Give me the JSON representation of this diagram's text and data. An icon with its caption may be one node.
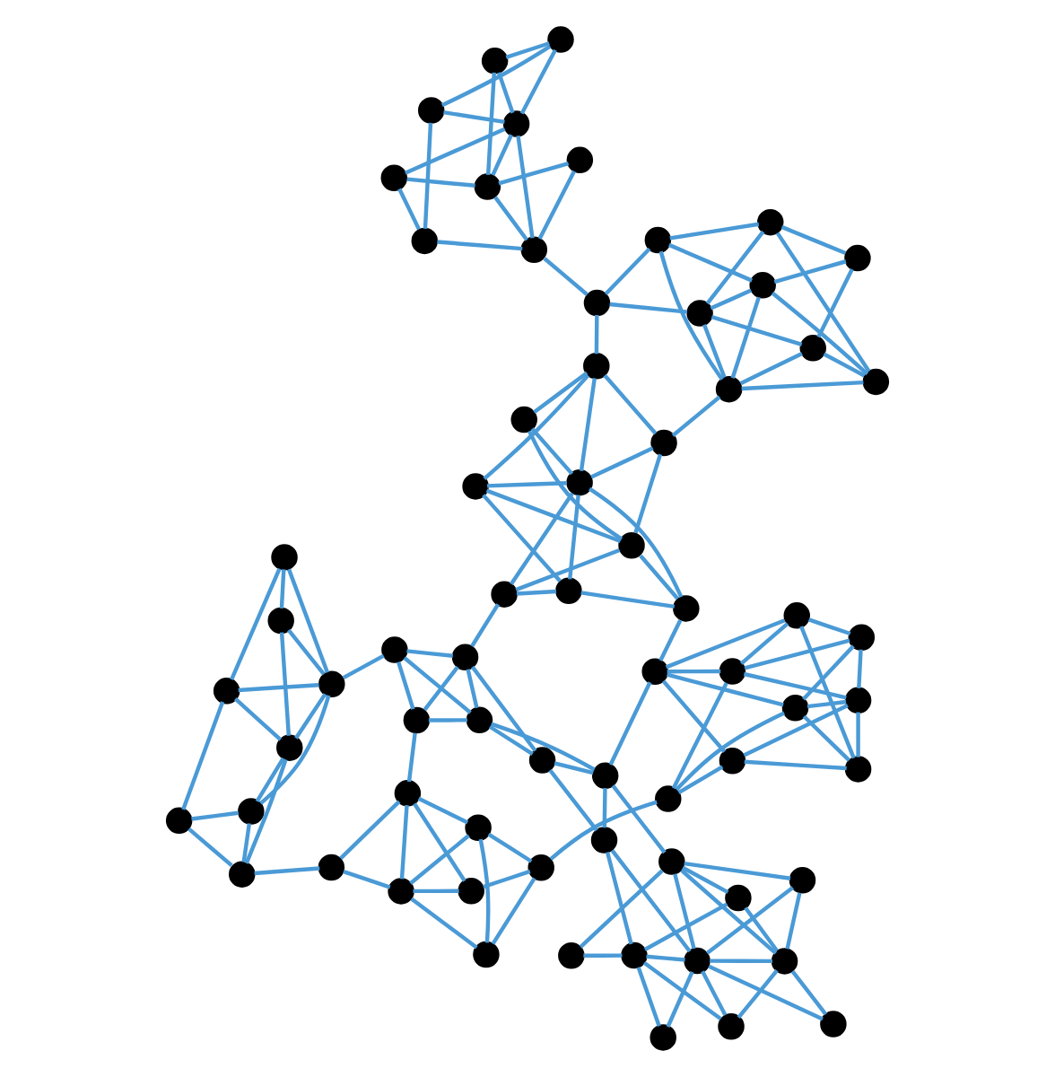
{
  "diagram": {
    "nodes": [
      {
        "text": [],
        "shape": "circle"
      },
      {
        "text": [],
        "shape": "circle"
      },
      {
        "text": [],
        "shape": "circle"
      },
      {
        "text": [],
        "shape": "circle"
      },
      {
        "text": [],
        "shape": "circle"
      },
      {
        "text": [],
        "shape": "circle"
      },
      {
        "text": [],
        "shape": "circle"
      },
      {
        "text": [],
        "shape": "circle"
      },
      {
        "text": [],
        "shape": "circle"
      },
      {
        "text": [],
        "shape": "circle"
      },
      {
        "text": [],
        "shape": "circle"
      },
      {
        "text": [],
        "shape": "circle"
      },
      {
        "text": [],
        "shape": "circle"
      },
      {
        "text": [],
        "shape": "circle"
      },
      {
        "text": [],
        "shape": "circle"
      },
      {
        "text": [],
        "shape": "circle"
      },
      {
        "text": [],
        "shape": "circle"
      },
      {
        "text": [],
        "shape": "circle"
      },
      {
        "text": [],
        "shape": "circle"
      },
      {
        "text": [],
        "shape": "circle"
      },
      {
        "text": [],
        "shape": "circle"
      },
      {
        "text": [],
        "shape": "circle"
      },
      {
        "text": [],
        "shape": "circle"
      },
      {
        "text": [],
        "shape": "circle"
      },
      {
        "text": [],
        "shape": "circle"
      },
      {
        "text": [],
        "shape": "circle"
      },
      {
        "text": [],
        "shape": "circle"
      },
      {
        "text": [],
        "shape": "circle"
      },
      {
        "text": [],
        "shape": "circle"
      },
      {
        "text": [],
        "shape": "circle"
      },
      {
        "text": [],
        "shape": "circle"
      },
      {
        "text": [],
        "shape": "circle"
      },
      {
        "text": [],
        "shape": "circle"
      },
      {
        "text": [],
        "shape": "circle"
      },
      {
        "text": [],
        "shape": "circle"
      },
      {
        "text": [],
        "shape": "circle"
      },
      {
        "text": [],
        "shape": "circle"
      },
      {
        "text": [],
        "shape": "circle"
      },
      {
        "text": [],
        "shape": "circle"
      },
      {
        "text": [],
        "shape": "circle"
      },
      {
        "text": [],
        "shape": "circle"
      },
      {
        "text": [],
        "shape": "circle"
      },
      {
        "text": [],
        "shape": "circle"
      },
      {
        "text": [],
        "shape": "circle"
      },
      {
        "text": [],
        "shape": "circle"
      },
      {
        "text": [],
        "shape": "circle"
      },
      {
        "text": [],
        "shape": "circle"
      },
      {
        "text": [],
        "shape": "circle"
      },
      {
        "text": [],
        "shape": "circle"
      },
      {
        "text": [],
        "shape": "circle"
      },
      {
        "text": [],
        "shape": "circle"
      },
      {
        "text": [],
        "shape": "circle"
      },
      {
        "text": [],
        "shape": "circle"
      },
      {
        "text": [],
        "shape": "circle"
      },
      {
        "text": [],
        "shape": "circle"
      },
      {
        "text": [],
        "shape": "circle"
      },
      {
        "text": [],
        "shape": "circle"
      },
      {
        "text": [],
        "shape": "circle"
      },
      {
        "text": [],
        "shape": "circle"
      },
      {
        "text": [],
        "shape": "circle"
      },
      {
        "text": [],
        "shape": "circle"
      },
      {
        "text": [],
        "shape": "circle"
      },
      {
        "text": [],
        "shape": "circle"
      },
      {
        "text": [],
        "shape": "circle"
      },
      {
        "text": [],
        "shape": "circle"
      },
      {
        "text": [],
        "shape": "circle"
      },
      {
        "text": [],
        "shape": "circle"
      },
      {
        "text": [],
        "shape": "circle"
      }
    ],
    "edges": [
      {
        "from": 0,
        "to": 6,
        "arrow": "none"
      },
      {
        "from": 0,
        "to": 7,
        "arrow": "none"
      },
      {
        "from": 0,
        "to": 8,
        "arrow": "none"
      },
      {
        "from": 1,
        "to": 6,
        "arrow": "none"
      },
      {
        "from": 1,
        "to": 7,
        "arrow": "none"
      },
      {
        "from": 1,
        "to": 9,
        "arrow": "none"
      },
      {
        "from": 2,
        "to": 6,
        "arrow": "none"
      },
      {
        "from": 2,
        "to": 8,
        "arrow": "none"
      },
      {
        "from": 2,
        "to": 9,
        "arrow": "none"
      },
      {
        "from": 3,
        "to": 7,
        "arrow": "none"
      },
      {
        "from": 3,
        "to": 9,
        "arrow": "none"
      },
      {
        "from": 4,
        "to": 6,
        "arrow": "none"
      },
      {
        "from": 4,
        "to": 8,
        "arrow": "none"
      },
      {
        "from": 5,
        "to": 7,
        "arrow": "none"
      },
      {
        "from": 5,
        "to": 8,
        "arrow": "none"
      },
      {
        "from": 6,
        "to": 8,
        "arrow": "none"
      },
      {
        "from": 6,
        "to": 9,
        "arrow": "none"
      },
      {
        "from": 7,
        "to": 8,
        "arrow": "none"
      },
      {
        "from": 8,
        "to": 9,
        "arrow": "none"
      },
      {
        "from": 7,
        "to": 10,
        "arrow": "none"
      },
      {
        "from": 8,
        "to": 10,
        "arrow": "none"
      },
      {
        "from": 9,
        "to": 11,
        "arrow": "none"
      },
      {
        "from": 10,
        "to": 11,
        "arrow": "none"
      },
      {
        "from": 11,
        "to": 12,
        "arrow": "none"
      },
      {
        "from": 10,
        "to": 13,
        "arrow": "none"
      },
      {
        "from": 11,
        "to": 13,
        "arrow": "none"
      },
      {
        "from": 11,
        "to": 14,
        "arrow": "none"
      },
      {
        "from": 13,
        "to": 14,
        "arrow": "none"
      },
      {
        "from": 13,
        "to": 15,
        "arrow": "none"
      },
      {
        "from": 14,
        "to": 15,
        "arrow": "none"
      },
      {
        "from": 14,
        "to": 16,
        "arrow": "none"
      },
      {
        "from": 15,
        "to": 16,
        "arrow": "none"
      },
      {
        "from": 14,
        "to": 17,
        "arrow": "none"
      },
      {
        "from": 16,
        "to": 17,
        "arrow": "none"
      },
      {
        "from": 15,
        "to": 17,
        "arrow": "none"
      },
      {
        "from": 16,
        "to": 36,
        "arrow": "none"
      },
      {
        "from": 12,
        "to": 19,
        "arrow": "none"
      },
      {
        "from": 12,
        "to": 21,
        "arrow": "none"
      },
      {
        "from": 12,
        "to": 23,
        "arrow": "none"
      },
      {
        "from": 12,
        "to": 22,
        "arrow": "none"
      },
      {
        "from": 18,
        "to": 19,
        "arrow": "none"
      },
      {
        "from": 18,
        "to": 21,
        "arrow": "none"
      },
      {
        "from": 18,
        "to": 24,
        "arrow": "none"
      },
      {
        "from": 18,
        "to": 23,
        "arrow": "none"
      },
      {
        "from": 19,
        "to": 20,
        "arrow": "none"
      },
      {
        "from": 19,
        "to": 24,
        "arrow": "none"
      },
      {
        "from": 19,
        "to": 25,
        "arrow": "none"
      },
      {
        "from": 20,
        "to": 23,
        "arrow": "none"
      },
      {
        "from": 20,
        "to": 24,
        "arrow": "none"
      },
      {
        "from": 20,
        "to": 22,
        "arrow": "none"
      },
      {
        "from": 21,
        "to": 23,
        "arrow": "none"
      },
      {
        "from": 21,
        "to": 25,
        "arrow": "none"
      },
      {
        "from": 21,
        "to": 24,
        "arrow": "none"
      },
      {
        "from": 22,
        "to": 24,
        "arrow": "none"
      },
      {
        "from": 22,
        "to": 25,
        "arrow": "none"
      },
      {
        "from": 15,
        "to": 28,
        "arrow": "none"
      },
      {
        "from": 12,
        "to": 26,
        "arrow": "none"
      },
      {
        "from": 25,
        "to": 46,
        "arrow": "none"
      },
      {
        "from": 26,
        "to": 27,
        "arrow": "none"
      },
      {
        "from": 26,
        "to": 29,
        "arrow": "none"
      },
      {
        "from": 26,
        "to": 30,
        "arrow": "none"
      },
      {
        "from": 27,
        "to": 28,
        "arrow": "none"
      },
      {
        "from": 28,
        "to": 29,
        "arrow": "none"
      },
      {
        "from": 28,
        "to": 30,
        "arrow": "none"
      },
      {
        "from": 27,
        "to": 29,
        "arrow": "none"
      },
      {
        "from": 27,
        "to": 32,
        "arrow": "none"
      },
      {
        "from": 29,
        "to": 31,
        "arrow": "none"
      },
      {
        "from": 29,
        "to": 32,
        "arrow": "none"
      },
      {
        "from": 29,
        "to": 33,
        "arrow": "none"
      },
      {
        "from": 30,
        "to": 31,
        "arrow": "none"
      },
      {
        "from": 30,
        "to": 32,
        "arrow": "none"
      },
      {
        "from": 30,
        "to": 33,
        "arrow": "none"
      },
      {
        "from": 31,
        "to": 34,
        "arrow": "none"
      },
      {
        "from": 32,
        "to": 34,
        "arrow": "none"
      },
      {
        "from": 29,
        "to": 34,
        "arrow": "none"
      },
      {
        "from": 33,
        "to": 34,
        "arrow": "none"
      },
      {
        "from": 33,
        "to": 50,
        "arrow": "none"
      },
      {
        "from": 34,
        "to": 55,
        "arrow": "none"
      },
      {
        "from": 35,
        "to": 36,
        "arrow": "none"
      },
      {
        "from": 35,
        "to": 37,
        "arrow": "none"
      },
      {
        "from": 35,
        "to": 41,
        "arrow": "none"
      },
      {
        "from": 35,
        "to": 42,
        "arrow": "none"
      },
      {
        "from": 36,
        "to": 38,
        "arrow": "none"
      },
      {
        "from": 36,
        "to": 39,
        "arrow": "none"
      },
      {
        "from": 36,
        "to": 40,
        "arrow": "none"
      },
      {
        "from": 36,
        "to": 41,
        "arrow": "none"
      },
      {
        "from": 37,
        "to": 40,
        "arrow": "none"
      },
      {
        "from": 37,
        "to": 42,
        "arrow": "none"
      },
      {
        "from": 38,
        "to": 39,
        "arrow": "none"
      },
      {
        "from": 38,
        "to": 41,
        "arrow": "none"
      },
      {
        "from": 39,
        "to": 40,
        "arrow": "none"
      },
      {
        "from": 40,
        "to": 41,
        "arrow": "none"
      },
      {
        "from": 41,
        "to": 42,
        "arrow": "none"
      },
      {
        "from": 42,
        "to": 43,
        "arrow": "none"
      },
      {
        "from": 43,
        "to": 44,
        "arrow": "none"
      },
      {
        "from": 43,
        "to": 47,
        "arrow": "none"
      },
      {
        "from": 17,
        "to": 44,
        "arrow": "none"
      },
      {
        "from": 44,
        "to": 45,
        "arrow": "none"
      },
      {
        "from": 44,
        "to": 47,
        "arrow": "none"
      },
      {
        "from": 44,
        "to": 48,
        "arrow": "none"
      },
      {
        "from": 45,
        "to": 46,
        "arrow": "none"
      },
      {
        "from": 45,
        "to": 47,
        "arrow": "none"
      },
      {
        "from": 47,
        "to": 48,
        "arrow": "none"
      },
      {
        "from": 47,
        "to": 49,
        "arrow": "none"
      },
      {
        "from": 46,
        "to": 48,
        "arrow": "none"
      },
      {
        "from": 46,
        "to": 49,
        "arrow": "none"
      },
      {
        "from": 48,
        "to": 49,
        "arrow": "none"
      },
      {
        "from": 50,
        "to": 51,
        "arrow": "none"
      },
      {
        "from": 50,
        "to": 52,
        "arrow": "none"
      },
      {
        "from": 50,
        "to": 53,
        "arrow": "none"
      },
      {
        "from": 50,
        "to": 56,
        "arrow": "none"
      },
      {
        "from": 50,
        "to": 57,
        "arrow": "none"
      },
      {
        "from": 51,
        "to": 53,
        "arrow": "none"
      },
      {
        "from": 51,
        "to": 54,
        "arrow": "none"
      },
      {
        "from": 51,
        "to": 52,
        "arrow": "none"
      },
      {
        "from": 52,
        "to": 57,
        "arrow": "none"
      },
      {
        "from": 52,
        "to": 58,
        "arrow": "none"
      },
      {
        "from": 53,
        "to": 55,
        "arrow": "none"
      },
      {
        "from": 56,
        "to": 55,
        "arrow": "none"
      },
      {
        "from": 53,
        "to": 57,
        "arrow": "none"
      },
      {
        "from": 53,
        "to": 58,
        "arrow": "none"
      },
      {
        "from": 56,
        "to": 57,
        "arrow": "none"
      },
      {
        "from": 56,
        "to": 58,
        "arrow": "none"
      },
      {
        "from": 54,
        "to": 57,
        "arrow": "none"
      },
      {
        "from": 54,
        "to": 58,
        "arrow": "none"
      },
      {
        "from": 55,
        "to": 59,
        "arrow": "none"
      },
      {
        "from": 59,
        "to": 62,
        "arrow": "none"
      },
      {
        "from": 60,
        "to": 62,
        "arrow": "none"
      },
      {
        "from": 60,
        "to": 61,
        "arrow": "none"
      },
      {
        "from": 60,
        "to": 66,
        "arrow": "none"
      },
      {
        "from": 59,
        "to": 61,
        "arrow": "none"
      },
      {
        "from": 59,
        "to": 66,
        "arrow": "none"
      },
      {
        "from": 59,
        "to": 67,
        "arrow": "none"
      },
      {
        "from": 61,
        "to": 63,
        "arrow": "none"
      },
      {
        "from": 61,
        "to": 64,
        "arrow": "none"
      },
      {
        "from": 61,
        "to": 65,
        "arrow": "none"
      },
      {
        "from": 61,
        "to": 66,
        "arrow": "none"
      },
      {
        "from": 62,
        "to": 63,
        "arrow": "none"
      },
      {
        "from": 63,
        "to": 64,
        "arrow": "none"
      },
      {
        "from": 64,
        "to": 65,
        "arrow": "none"
      },
      {
        "from": 65,
        "to": 66,
        "arrow": "none"
      },
      {
        "from": 66,
        "to": 67,
        "arrow": "none"
      }
    ]
  }
}
